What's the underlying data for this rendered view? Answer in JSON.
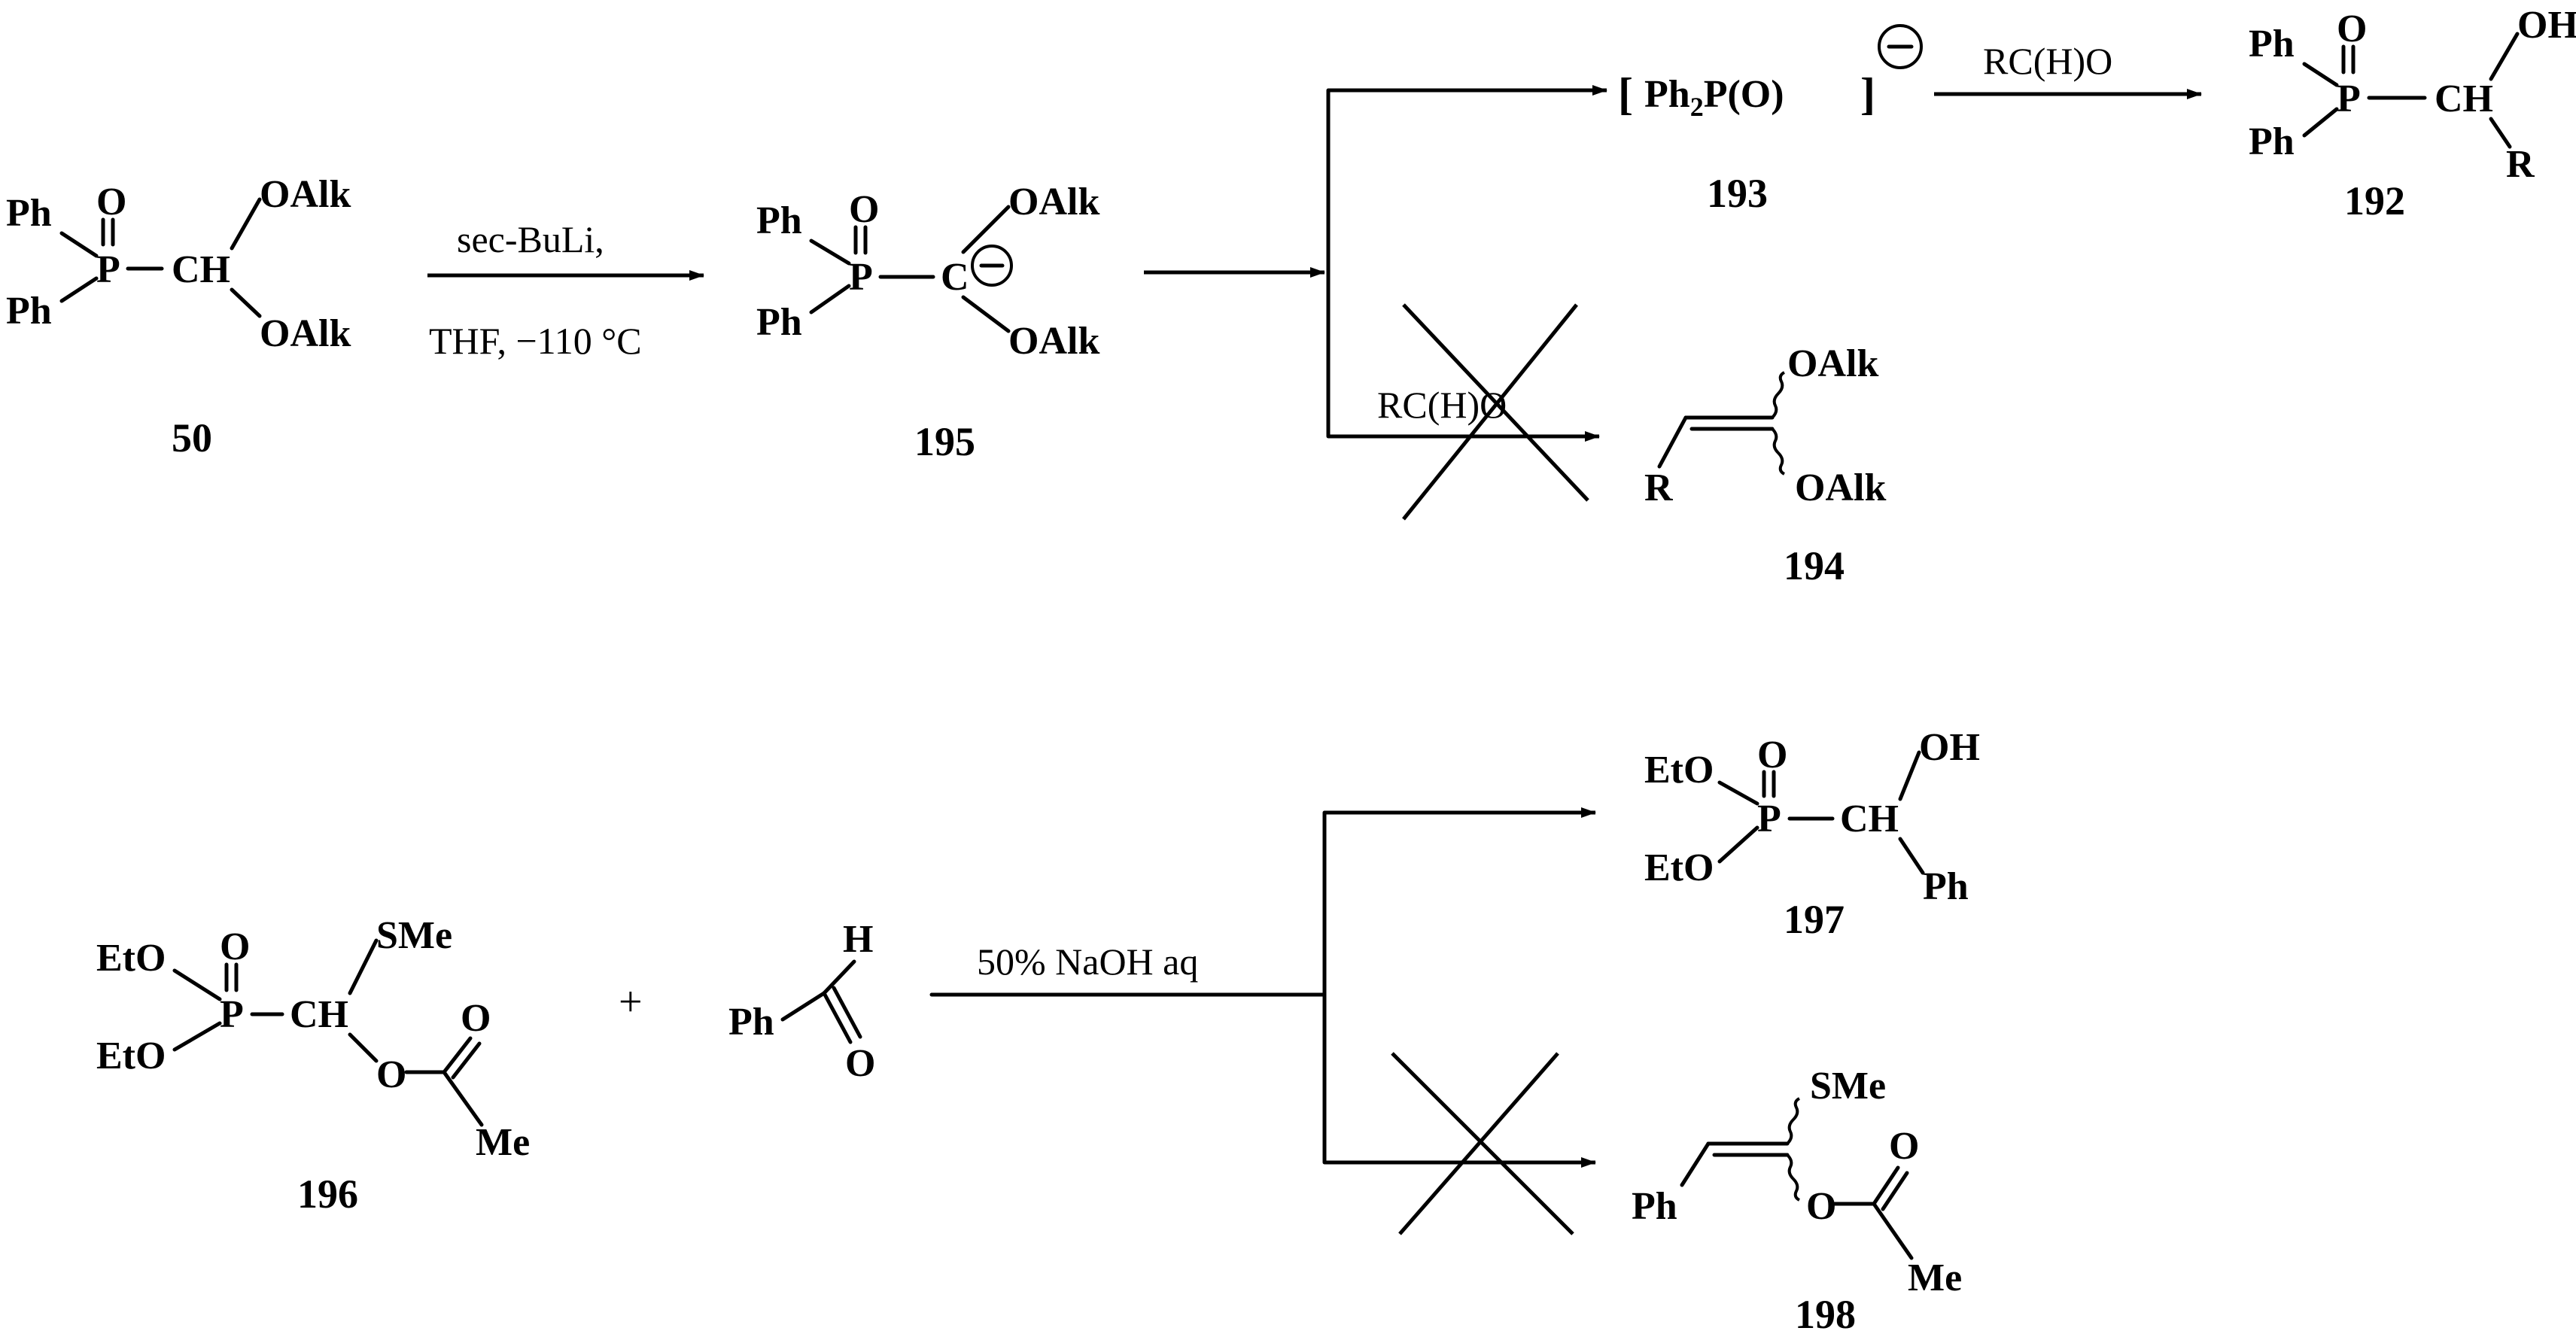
{
  "atoms": {
    "ph": "Ph",
    "o": "O",
    "p": "P",
    "ch": "CH",
    "c": "C",
    "oalk": "OAlk",
    "oh": "OH",
    "r": "R",
    "eto": "EtO",
    "sme": "SMe",
    "me": "Me",
    "h": "H",
    "ph2p_open": "[",
    "ph2p_close": "]",
    "ph2p_ph": "Ph",
    "ph2p_sub": "2",
    "ph2p_rest": "P(O)",
    "minus": "−"
  },
  "compounds": {
    "c50": "50",
    "c195": "195",
    "c193": "193",
    "c192": "192",
    "c194": "194",
    "c196": "196",
    "c197": "197",
    "c198": "198"
  },
  "conditions": {
    "step1_top": "sec-BuLi,",
    "step1_bottom": "THF, −110 °C",
    "aldehyde_upper": "RC(H)O",
    "aldehyde_lower": "RC(H)O",
    "naoh": "50% NaOH aq",
    "plus": "+"
  }
}
